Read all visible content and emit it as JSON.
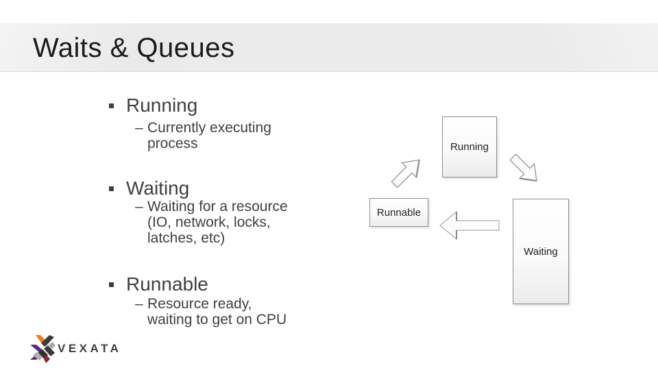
{
  "slide": {
    "title": "Waits & Queues",
    "dash": "–",
    "bullets": [
      {
        "heading": "Running",
        "detail": "Currently executing\nprocess"
      },
      {
        "heading": "Waiting",
        "detail": "Waiting for a resource\n(IO, network, locks,\nlatches, etc)"
      },
      {
        "heading": "Runnable",
        "detail": "Resource ready,\nwaiting to get on CPU"
      }
    ]
  },
  "diagram": {
    "nodes": [
      {
        "id": "running",
        "label": "Running"
      },
      {
        "id": "runnable",
        "label": "Runnable"
      },
      {
        "id": "waiting",
        "label": "Waiting"
      }
    ],
    "arrows": [
      {
        "icon": "arrow-up-right-icon",
        "from": "Runnable",
        "to": "Running"
      },
      {
        "icon": "arrow-down-right-icon",
        "from": "Running",
        "to": "Waiting"
      },
      {
        "icon": "arrow-left-icon",
        "from": "Waiting",
        "to": "Runnable"
      }
    ]
  },
  "footer": {
    "brand": "VEXATA",
    "logo_icon": "vexata-x-icon"
  },
  "colors": {
    "band": "#ebebeb",
    "body_text": "#3f3f3f",
    "title_text": "#1a1a1a",
    "box_border": "#8f8f8f",
    "logo_orange": "#e8821e",
    "logo_purple": "#5b2a86",
    "logo_maroon": "#8c2332",
    "logo_dark": "#3a3a3a",
    "logo_gray": "#aaaaaa"
  }
}
